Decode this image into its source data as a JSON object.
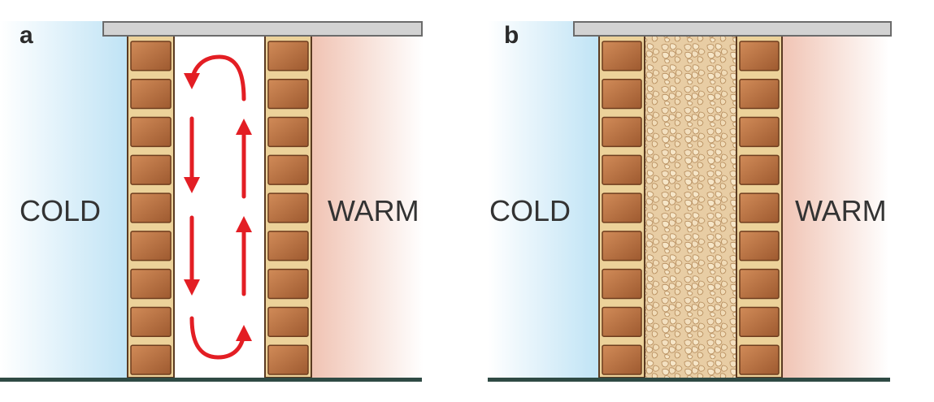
{
  "panels": [
    {
      "id": "a",
      "label": "a",
      "cold_label": "COLD",
      "warm_label": "WARM",
      "cavity": "air",
      "arrows": "convection-loop"
    },
    {
      "id": "b",
      "label": "b",
      "cold_label": "COLD",
      "warm_label": "WARM",
      "cavity": "insulation"
    }
  ],
  "colors": {
    "cold": "#cbe9f7",
    "warm": "#f3cdbf",
    "brick": "#b9703f",
    "brick_dark": "#7a4522",
    "mortar": "#ecd29a",
    "arrow": "#e31e24",
    "insulation": "#e4c59a",
    "ground": "#2f4a44",
    "lintel": "#cfcfcf"
  }
}
